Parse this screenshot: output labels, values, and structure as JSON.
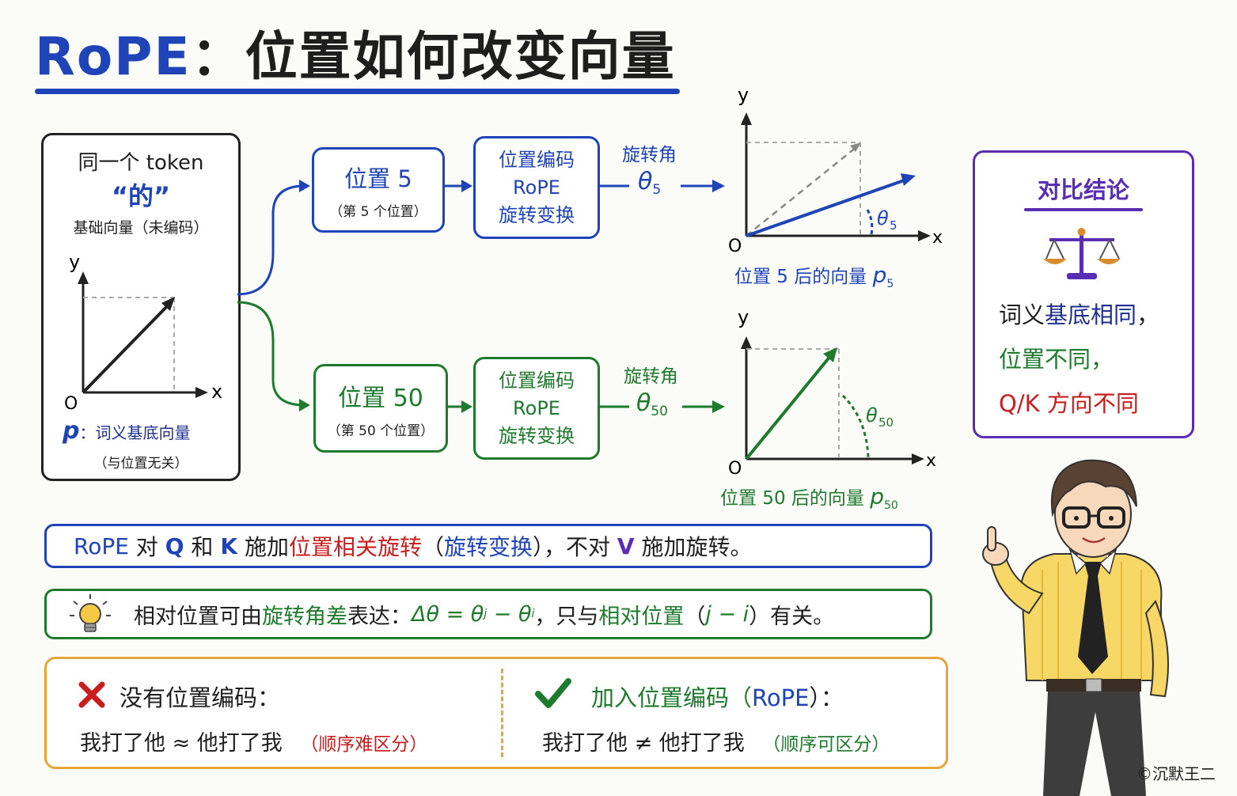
{
  "title": {
    "prefix": "RoPE",
    "colon": "：",
    "rest": "位置如何改变向量"
  },
  "token_box": {
    "line1": "同一个 token",
    "word": "“的”",
    "line3": "基础向量（未编码）",
    "axis_y": "y",
    "axis_x": "x",
    "origin": "O",
    "caption_p": "p",
    "caption_main": "：词义基底向量",
    "caption_sub": "（与位置无关）"
  },
  "branch_top": {
    "pos_title": "位置 5",
    "pos_sub": "（第 5 个位置）",
    "enc_lines": [
      "位置编码",
      "RoPE",
      "旋转变换"
    ],
    "angle_label": "旋转角",
    "theta": "θ",
    "theta_sub": "5",
    "result_label": "位置 5 后的向量",
    "result_var": "p",
    "result_sub": "5"
  },
  "branch_bottom": {
    "pos_title": "位置 50",
    "pos_sub": "（第 50 个位置）",
    "enc_lines": [
      "位置编码",
      "RoPE",
      "旋转变换"
    ],
    "angle_label": "旋转角",
    "theta": "θ",
    "theta_sub": "50",
    "result_label": "位置 50 后的向量",
    "result_var": "p",
    "result_sub": "50"
  },
  "conclusion": {
    "title": "对比结论",
    "line1_a": "词义",
    "line1_b": "基底相同",
    "line1_c": "，",
    "line2": "位置不同，",
    "line3": "Q/K 方向不同"
  },
  "note1": {
    "p1": "RoPE",
    "p2": " 对 ",
    "p3": "Q",
    "p4": " 和 ",
    "p5": "K",
    "p6": " 施加",
    "p7": "位置相关旋转",
    "p8": "（",
    "p9": "旋转变换",
    "p10": "），不对 ",
    "p11": "V",
    "p12": " 施加旋转。"
  },
  "note2": {
    "p1": "相对位置可由",
    "p2": "旋转角差",
    "p3": "表达：",
    "p4": "Δθ = θ",
    "p5": "j",
    "p6": " − θ",
    "p7": "i",
    "p8": "，只与",
    "p9": "相对位置",
    "p10": "（",
    "p11": "j − i",
    "p12": "）有关。"
  },
  "compare": {
    "left_title": "没有位置编码：",
    "left_sentence": "我打了他 ≈ 他打了我",
    "left_note": "（顺序难区分）",
    "right_title_a": "加入位置编码（",
    "right_title_b": "RoPE",
    "right_title_c": "）：",
    "right_sentence": "我打了他 ≠ 他打了我",
    "right_note": "（顺序可区分）"
  },
  "watermark": "©沉默王二",
  "icons": [
    "scales-icon",
    "lightbulb-icon",
    "cross-icon",
    "check-icon",
    "teacher-illustration"
  ],
  "colors": {
    "blue": "#1f44b8",
    "green": "#1e7a2c",
    "red": "#c81e1e",
    "purple": "#5a2db5",
    "orange": "#e8a53a"
  }
}
